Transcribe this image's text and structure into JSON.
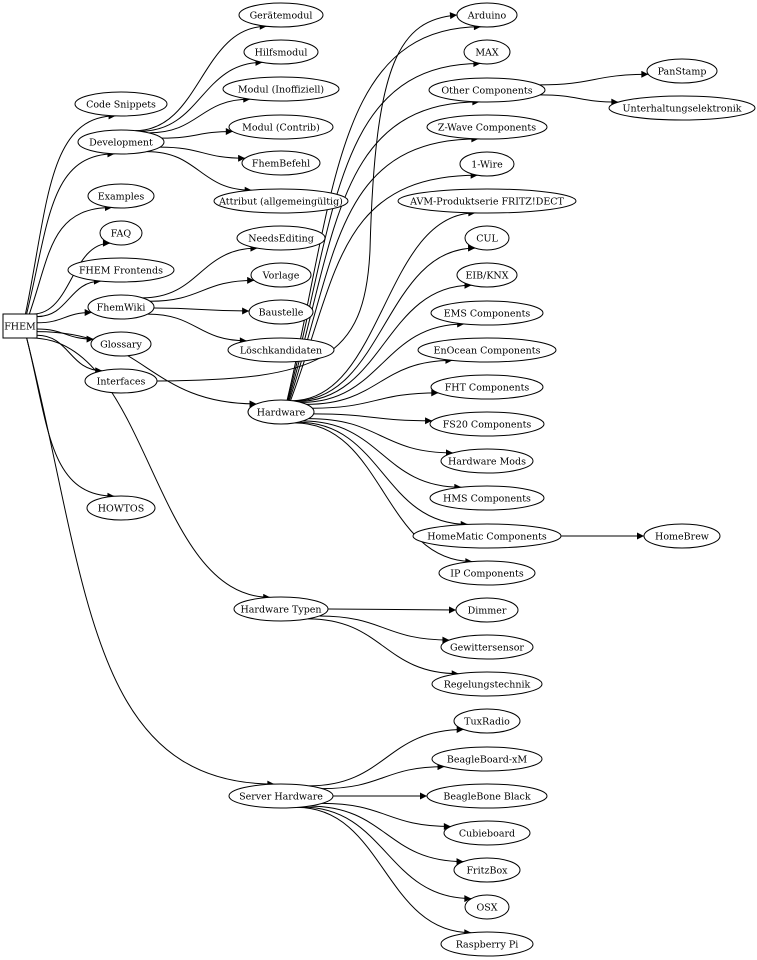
{
  "graph": {
    "root": "FHEM",
    "nodes": {
      "fhem": "FHEM",
      "code_snippets": "Code Snippets",
      "development": "Development",
      "examples": "Examples",
      "faq": "FAQ",
      "fhem_frontends": "FHEM Frontends",
      "fhemwiki": "FhemWiki",
      "glossary": "Glossary",
      "interfaces": "Interfaces",
      "hardware": "Hardware",
      "hardware_typen": "Hardware Typen",
      "server_hardware": "Server Hardware",
      "howtos": "HOWTOS",
      "geraetemodul": "Gerätemodul",
      "hilfsmodul": "Hilfsmodul",
      "modul_inoffiziell": "Modul (Inoffiziell)",
      "modul_contrib": "Modul (Contrib)",
      "fhembefehl": "FhemBefehl",
      "attribut": "Attribut (allgemeingültig)",
      "needsediting": "NeedsEditing",
      "vorlage": "Vorlage",
      "baustelle": "Baustelle",
      "loeschkandidaten": "Löschkandidaten",
      "arduino": "Arduino",
      "max": "MAX",
      "other_components": "Other Components",
      "zwave": "Z-Wave Components",
      "onewire": "1-Wire",
      "avm": "AVM-Produktserie FRITZ!DECT",
      "cul": "CUL",
      "eibknx": "EIB/KNX",
      "ems": "EMS Components",
      "enocean": "EnOcean Components",
      "fht": "FHT Components",
      "fs20": "FS20 Components",
      "hardware_mods": "Hardware Mods",
      "hms": "HMS Components",
      "homematic": "HomeMatic Components",
      "ip_components": "IP Components",
      "panstamp": "PanStamp",
      "unterhaltung": "Unterhaltungselektronik",
      "homebrew": "HomeBrew",
      "dimmer": "Dimmer",
      "gewittersensor": "Gewittersensor",
      "regelungstechnik": "Regelungstechnik",
      "tuxradio": "TuxRadio",
      "beagleboard": "BeagleBoard-xM",
      "beaglebone": "BeagleBone Black",
      "cubieboard": "Cubieboard",
      "fritzbox": "FritzBox",
      "osx": "OSX",
      "raspberry": "Raspberry Pi"
    },
    "edges": [
      [
        "fhem",
        "code_snippets"
      ],
      [
        "fhem",
        "development"
      ],
      [
        "fhem",
        "examples"
      ],
      [
        "fhem",
        "faq"
      ],
      [
        "fhem",
        "fhem_frontends"
      ],
      [
        "fhem",
        "fhemwiki"
      ],
      [
        "fhem",
        "glossary"
      ],
      [
        "fhem",
        "interfaces"
      ],
      [
        "fhem",
        "hardware"
      ],
      [
        "fhem",
        "hardware_typen"
      ],
      [
        "fhem",
        "server_hardware"
      ],
      [
        "fhem",
        "howtos"
      ],
      [
        "development",
        "geraetemodul"
      ],
      [
        "development",
        "hilfsmodul"
      ],
      [
        "development",
        "modul_inoffiziell"
      ],
      [
        "development",
        "modul_contrib"
      ],
      [
        "development",
        "fhembefehl"
      ],
      [
        "development",
        "attribut"
      ],
      [
        "fhemwiki",
        "needsediting"
      ],
      [
        "fhemwiki",
        "vorlage"
      ],
      [
        "fhemwiki",
        "baustelle"
      ],
      [
        "fhemwiki",
        "loeschkandidaten"
      ],
      [
        "interfaces",
        "arduino"
      ],
      [
        "hardware",
        "arduino"
      ],
      [
        "hardware",
        "max"
      ],
      [
        "hardware",
        "other_components"
      ],
      [
        "hardware",
        "zwave"
      ],
      [
        "hardware",
        "onewire"
      ],
      [
        "hardware",
        "avm"
      ],
      [
        "hardware",
        "cul"
      ],
      [
        "hardware",
        "eibknx"
      ],
      [
        "hardware",
        "ems"
      ],
      [
        "hardware",
        "enocean"
      ],
      [
        "hardware",
        "fht"
      ],
      [
        "hardware",
        "fs20"
      ],
      [
        "hardware",
        "hardware_mods"
      ],
      [
        "hardware",
        "hms"
      ],
      [
        "hardware",
        "homematic"
      ],
      [
        "hardware",
        "ip_components"
      ],
      [
        "other_components",
        "panstamp"
      ],
      [
        "other_components",
        "unterhaltung"
      ],
      [
        "homematic",
        "homebrew"
      ],
      [
        "hardware_typen",
        "dimmer"
      ],
      [
        "hardware_typen",
        "gewittersensor"
      ],
      [
        "hardware_typen",
        "regelungstechnik"
      ],
      [
        "server_hardware",
        "tuxradio"
      ],
      [
        "server_hardware",
        "beagleboard"
      ],
      [
        "server_hardware",
        "beaglebone"
      ],
      [
        "server_hardware",
        "cubieboard"
      ],
      [
        "server_hardware",
        "fritzbox"
      ],
      [
        "server_hardware",
        "osx"
      ],
      [
        "server_hardware",
        "raspberry"
      ]
    ]
  }
}
